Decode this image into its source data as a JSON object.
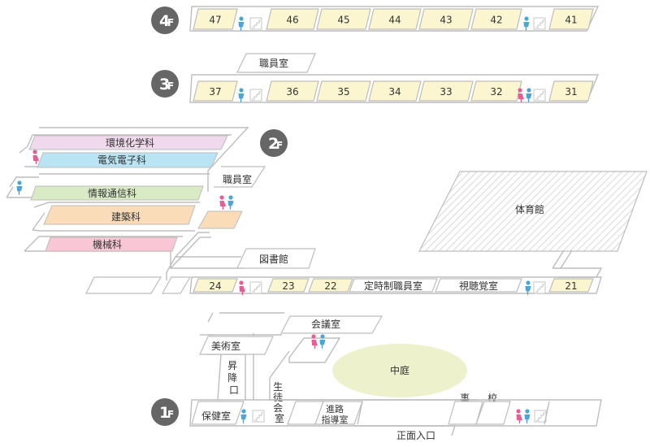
{
  "floors": {
    "f4": {
      "num": "4",
      "suffix": "F",
      "rooms": [
        "47",
        "46",
        "45",
        "44",
        "43",
        "42",
        "41"
      ]
    },
    "f3": {
      "num": "3",
      "suffix": "F",
      "rooms": [
        "37",
        "36",
        "35",
        "34",
        "33",
        "32",
        "31"
      ],
      "office": "職員室"
    },
    "f2": {
      "num": "2",
      "suffix": "F",
      "departments": [
        "環境化学科",
        "電気電子科",
        "情報通信科",
        "建築科",
        "機械科"
      ],
      "office": "職員室",
      "gym": "体育館",
      "library": "図書館",
      "rooms": [
        "24",
        "23",
        "22",
        "定時制職員室",
        "視聴覚室",
        "21"
      ]
    },
    "f1": {
      "num": "1",
      "suffix": "F",
      "meeting_room": "会議室",
      "art_room": "美術室",
      "stairs": "昇\n降\n口",
      "courtyard": "中庭",
      "student_council": "生\n徒\n会\n室",
      "office": "事\n務\n室",
      "principal": "校\n長\n室",
      "health_room": "保健室",
      "career_room_line1": "進路",
      "career_room_line2": "指導室",
      "entrance": "正面入口"
    }
  },
  "colors": {
    "classroom": "#fbf6cf",
    "dept_environment": "#f0d9ec",
    "dept_electric": "#b9e4f4",
    "dept_info": "#d9ebc4",
    "dept_arch": "#fadcb8",
    "dept_mech": "#f8c6d4",
    "courtyard": "#eef2cc",
    "toilet_male": "#4aa6d6",
    "toilet_female": "#e95c96",
    "badge": "#666666"
  },
  "icons": [
    "toilet-male-icon",
    "toilet-female-icon",
    "stairs-icon"
  ]
}
